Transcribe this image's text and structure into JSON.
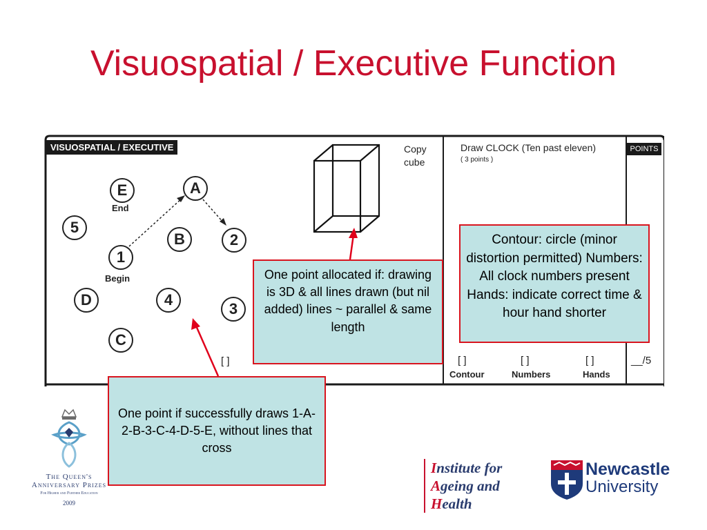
{
  "title": "Visuospatial / Executive Function",
  "form": {
    "header": "VISUOSPATIAL / EXECUTIVE",
    "points_header": "POINTS",
    "trail_nodes": {
      "e": "E",
      "a": "A",
      "five": "5",
      "b": "B",
      "two": "2",
      "one": "1",
      "d": "D",
      "four": "4",
      "three": "3",
      "c": "C"
    },
    "end_label": "End",
    "begin_label": "Begin",
    "copy_cube": "Copy cube",
    "draw_clock": "Draw CLOCK  (Ten past eleven)",
    "three_points": "( 3 points )",
    "trail_bracket": "[    ]",
    "contour_bracket": "[    ]",
    "numbers_bracket": "[    ]",
    "hands_bracket": "[    ]",
    "contour": "Contour",
    "numbers": "Numbers",
    "hands": "Hands",
    "score": "__/5"
  },
  "callouts": {
    "cube": "One point allocated if: drawing is 3D & all lines drawn (but nil added) lines ~ parallel & same length",
    "clock": "Contour: circle (minor distortion permitted) Numbers: All clock numbers present Hands: indicate correct time & hour hand shorter",
    "trail": "One point if successfully draws 1-A-2-B-3-C-4-D-5-E, without lines that cross"
  },
  "logos": {
    "queens_line1": "The Queen's",
    "queens_line2": "Anniversary Prizes",
    "queens_line3": "For Higher and Further Education",
    "queens_year": "2009",
    "institute_l1": "Institute for",
    "institute_l2": "Ageing and",
    "institute_l3": "Health",
    "newcastle_l1": "Newcastle",
    "newcastle_l2": "University"
  },
  "colors": {
    "title": "#c8102e",
    "callout_fill": "#bfe3e4",
    "callout_border": "#d9141e"
  }
}
